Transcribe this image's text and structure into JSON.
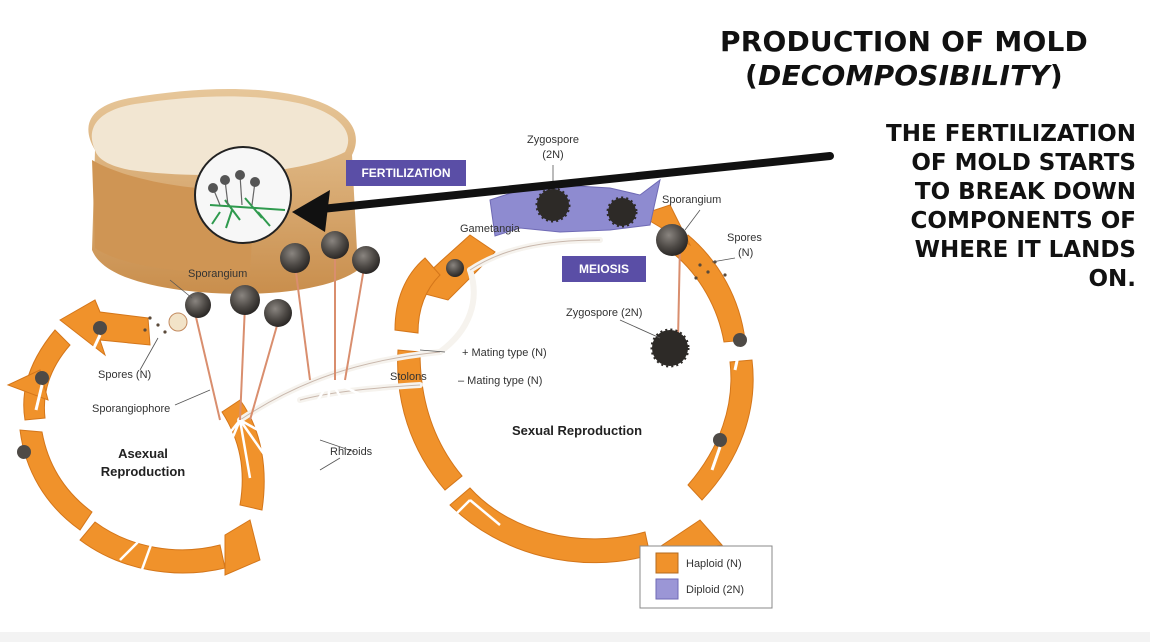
{
  "heading": {
    "line1": "PRODUCTION OF MOLD",
    "line2_open": "(",
    "line2_italic": "DECOMPOSIBILITY",
    "line2_close": ")"
  },
  "note_lines": [
    "THE FERTILIZATION",
    "OF MOLD STARTS",
    "TO BREAK DOWN",
    "COMPONENTS OF",
    "WHERE IT LANDS",
    "ON."
  ],
  "diagram": {
    "badges": {
      "fertilization": "FERTILIZATION",
      "meiosis": "MEIOSIS"
    },
    "labels": {
      "zygospore_top": "Zygospore",
      "zygospore_top_ploidy": "(2N)",
      "gametangia": "Gametangia",
      "sporangium_right": "Sporangium",
      "spores_right": "Spores",
      "spores_right_ploidy": "(N)",
      "zygospore_mid": "Zygospore (2N)",
      "sporangium_left": "Sporangium",
      "spores_left": "Spores (N)",
      "sporangiophore": "Sporangiophore",
      "mating_plus": "+ Mating type (N)",
      "stolons": "Stolons",
      "mating_minus": "– Mating type (N)",
      "rhizoids": "Rhizoids",
      "asexual_1": "Asexual",
      "asexual_2": "Reproduction",
      "sexual": "Sexual Reproduction"
    },
    "legend": [
      {
        "label": "Haploid (N)",
        "color": "#f0922b"
      },
      {
        "label": "Diploid (2N)",
        "color": "#9b96d6"
      }
    ]
  },
  "colors": {
    "orange": "#f0922b",
    "purple": "#5a4ea6",
    "diploid": "#9b96d6",
    "bread": "#d9a96a"
  }
}
